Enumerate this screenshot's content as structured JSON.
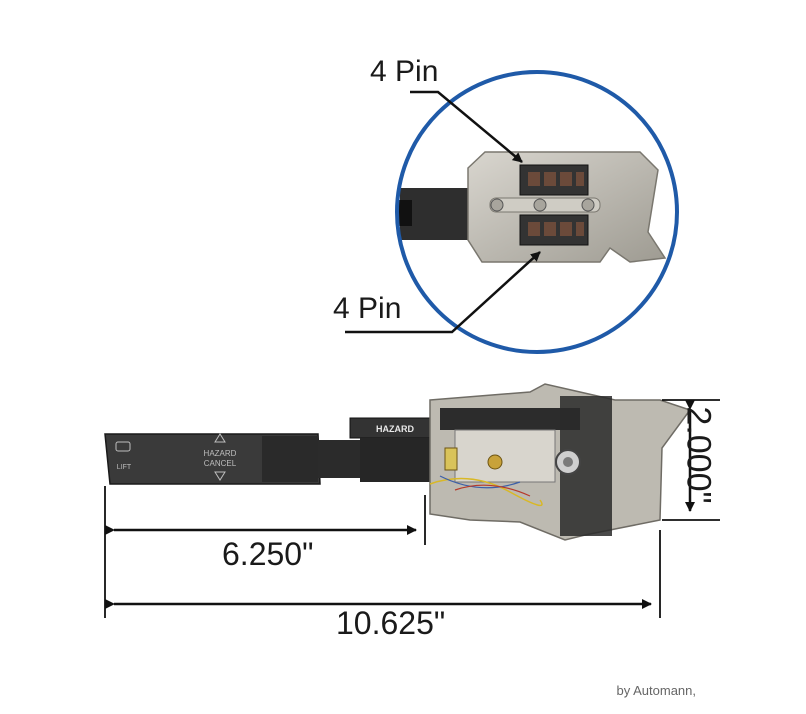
{
  "callouts": {
    "upper_connector": "4 Pin",
    "lower_connector": "4 Pin"
  },
  "dimensions": {
    "lever_length": "6.250\"",
    "overall_length": "10.625\"",
    "height": "2.000\""
  },
  "lever_labels": {
    "hazard_tab": "HAZARD",
    "hazard_cancel_line1": "HAZARD",
    "hazard_cancel_line2": "CANCEL",
    "lift": "LIFT"
  },
  "credit": "by Automann,",
  "colors": {
    "circle_outline": "#1f5aa8",
    "dimension_lines": "#111111",
    "lever_body": "#2b2b2b",
    "housing_metal": "#b9b6ad"
  }
}
